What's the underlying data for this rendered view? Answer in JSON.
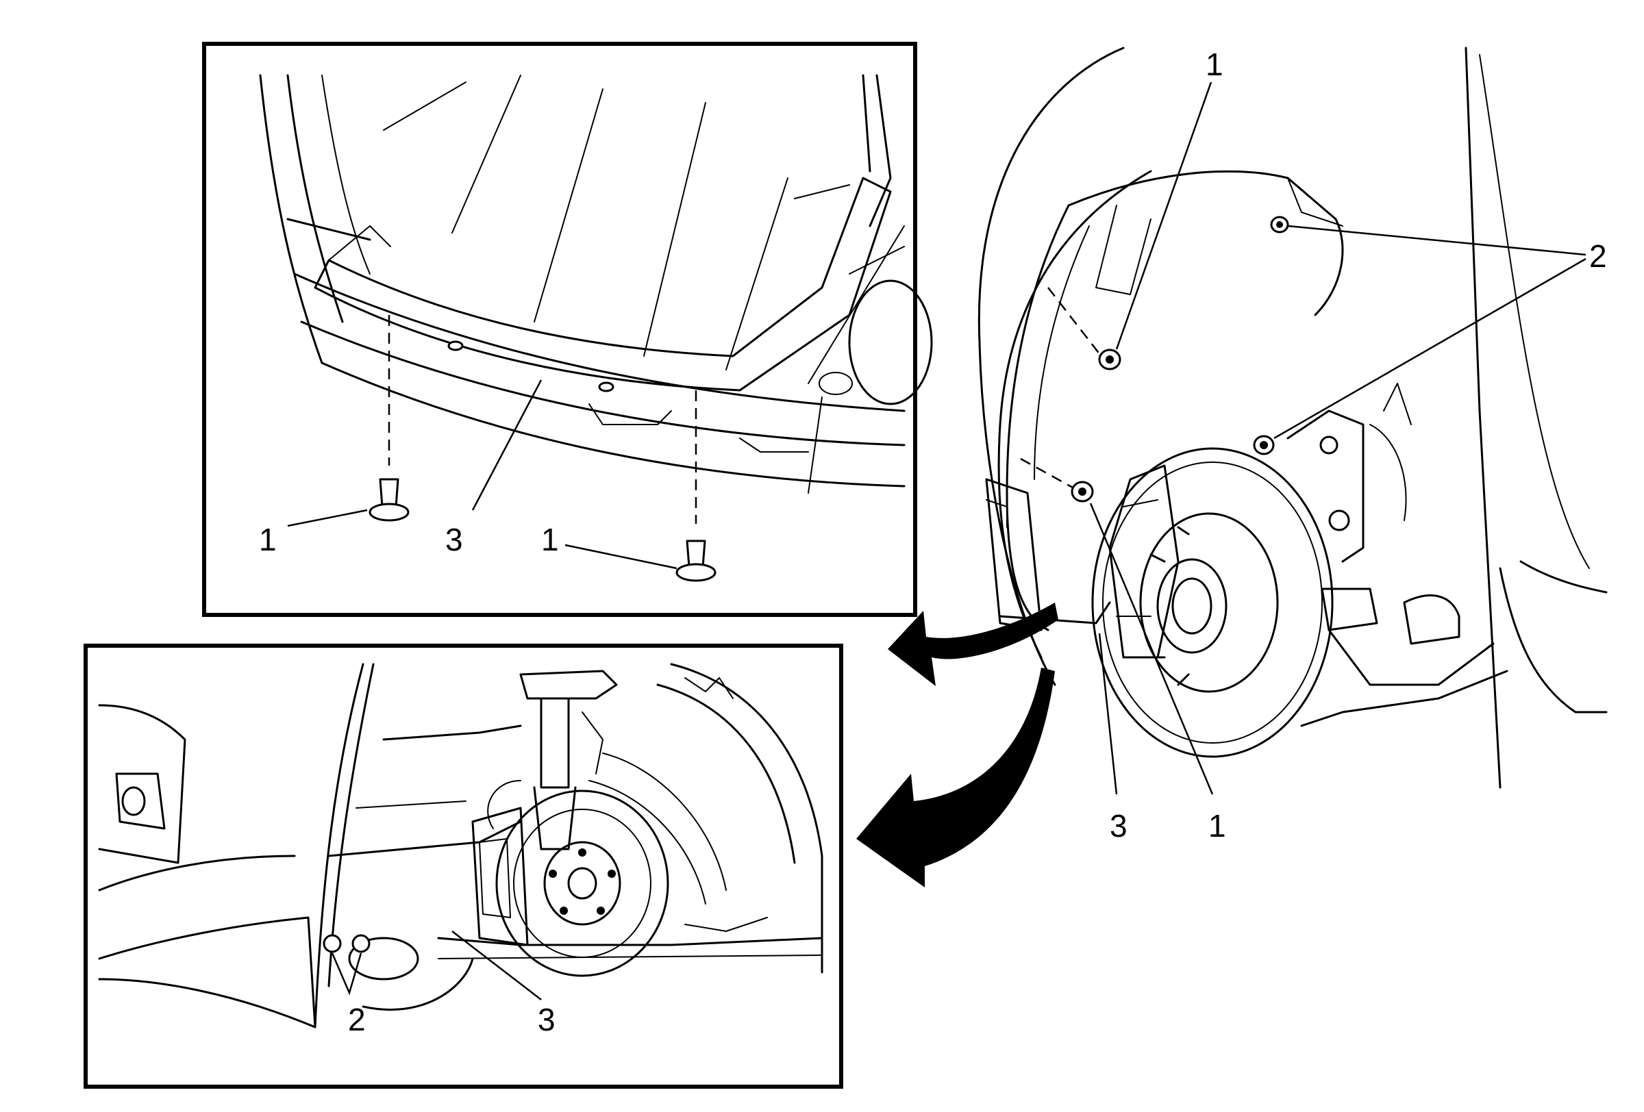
{
  "callouts": {
    "top_inset": {
      "fastener_left": "1",
      "deflector": "3",
      "fastener_right": "1"
    },
    "bottom_inset": {
      "fasteners": "2",
      "deflector": "3"
    },
    "main_view": {
      "fastener_upper": "1",
      "fasteners_rear": "2",
      "deflector": "3",
      "fastener_lower": "1"
    }
  },
  "colors": {
    "line": "#000000",
    "background": "#ffffff"
  }
}
